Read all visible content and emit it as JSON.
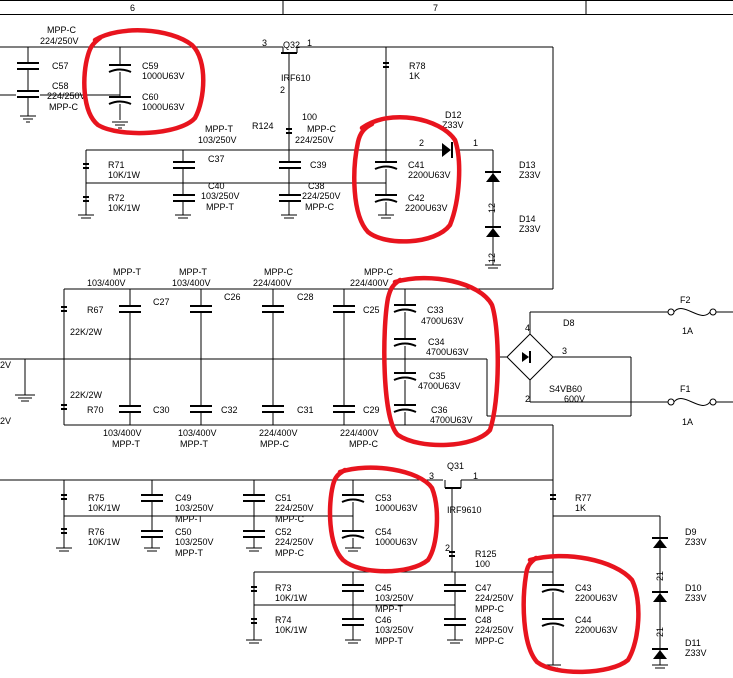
{
  "header": {
    "left_number": "6",
    "right_number": "7"
  },
  "labels": {
    "mppc_top": "MPP-C",
    "v224_top": "224/250V",
    "c57": "C57",
    "c58": "C58",
    "c58_v": "224/250V",
    "c58_t": "MPP-C",
    "c59": "C59",
    "c59_v": "1000U63V",
    "c60": "C60",
    "c60_v": "1000U63V",
    "q32": "Q32",
    "q32_3": "3",
    "q32_1": "1",
    "q32_2": "2",
    "irf610": "IRF610",
    "r78": "R78",
    "r78_v": "1K",
    "r124": "R124",
    "r124_v": "100",
    "mppt1": "MPP-T",
    "v103_1": "103/250V",
    "mppc1": "MPP-C",
    "v224_1": "224/250V",
    "d12": "D12",
    "d12_v": "Z33V",
    "d12_2": "2",
    "d12_1": "1",
    "c37": "C37",
    "c39": "C39",
    "c41": "C41",
    "c41_v": "2200U63V",
    "r71": "R71",
    "r71_v": "10K/1W",
    "c40": "C40",
    "c40_v": "103/250V",
    "c40_t": "MPP-T",
    "c38": "C38",
    "c38_v": "224/250V",
    "c38_t": "MPP-C",
    "c42": "C42",
    "c42_v": "2200U63V",
    "r72": "R72",
    "r72_v": "10K/1W",
    "d13": "D13",
    "d13_v": "Z33V",
    "d14": "D14",
    "d14_v": "Z33V",
    "pin12": "12",
    "pin12b": "12",
    "mppt_a": "MPP-T",
    "v103_400_a": "103/400V",
    "mppt_b": "MPP-T",
    "v103_400_b": "103/400V",
    "mppc_c": "MPP-C",
    "v224_400_c": "224/400V",
    "mppc_d": "MPP-C",
    "v224_400_d": "224/400V",
    "r67": "R67",
    "r67_v": "22K/2W",
    "c27": "C27",
    "c26": "C26",
    "c28": "C28",
    "c25": "C25",
    "c33": "C33",
    "c33_v": "4700U63V",
    "c34": "C34",
    "c34_v": "4700U63V",
    "c35": "C35",
    "c35_v": "4700U63V",
    "c36": "C36",
    "c36_v": "4700U63V",
    "f2": "F2",
    "f2_v": "1A",
    "d8": "D8",
    "d8_4": "4",
    "d8_3": "3",
    "d8_2": "2",
    "s4vb60": "S4VB60",
    "v600": "600V",
    "f1": "F1",
    "f1_v": "1A",
    "v_left1": "2V",
    "v_left2": "2V",
    "r70_v": "22K/2W",
    "r70": "R70",
    "c30": "C30",
    "c32": "C32",
    "c31": "C31",
    "c29": "C29",
    "v103_400_e": "103/400V",
    "mppt_e": "MPP-T",
    "v103_400_f": "103/400V",
    "mppt_f": "MPP-T",
    "v224_400_g": "224/400V",
    "mppc_g": "MPP-C",
    "v224_400_h": "224/400V",
    "mppc_h": "MPP-C",
    "q31": "Q31",
    "q31_3": "3",
    "q31_1": "1",
    "q31_2": "2",
    "irf9610": "IRF9610",
    "r75": "R75",
    "r75_v": "10K/1W",
    "c49": "C49",
    "c49_v": "103/250V",
    "c49_t": "MPP-T",
    "c51": "C51",
    "c51_v": "224/250V",
    "c51_t": "MPP-C",
    "c53": "C53",
    "c53_v": "1000U63V",
    "r77": "R77",
    "r77_v": "1K",
    "r76": "R76",
    "r76_v": "10K/1W",
    "c50": "C50",
    "c50_v": "103/250V",
    "c50_t": "MPP-T",
    "c52": "C52",
    "c52_v": "224/250V",
    "c52_t": "MPP-C",
    "c54": "C54",
    "c54_v": "1000U63V",
    "d9": "D9",
    "d9_v": "Z33V",
    "r125": "R125",
    "r125_v": "100",
    "r73": "R73",
    "r73_v": "10K/1W",
    "c45": "C45",
    "c45_v": "103/250V",
    "c45_t": "MPP-T",
    "c47": "C47",
    "c47_v": "224/250V",
    "c47_t": "MPP-C",
    "c43": "C43",
    "c43_v": "2200U63V",
    "d10": "D10",
    "d10_v": "Z33V",
    "r74": "R74",
    "r74_v": "10K/1W",
    "c46": "C46",
    "c46_v": "103/250V",
    "c46_t": "MPP-T",
    "c48": "C48",
    "c48_v": "224/250V",
    "c48_t": "MPP-C",
    "c44": "C44",
    "c44_v": "2200U63V",
    "d11": "D11",
    "d11_v": "Z33V",
    "pin21a": "21",
    "pin21b": "21"
  }
}
